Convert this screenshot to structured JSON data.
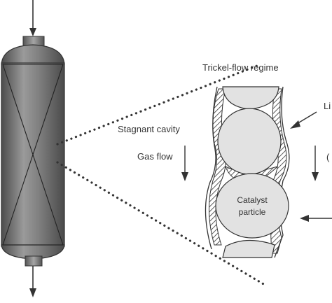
{
  "labels": {
    "regime": "Trickel-flow regime",
    "stagnant": "Stagnant cavity",
    "gas": "Gas flow",
    "catalyst_line1": "Catalyst",
    "catalyst_line2": "particle",
    "cut_right_top": "Li",
    "cut_right_mid": "("
  },
  "colors": {
    "reactor_shell": "#7a7a7a",
    "reactor_dark": "#4a4a4a",
    "particle_fill": "#e2e2e2",
    "stroke": "#333333"
  }
}
